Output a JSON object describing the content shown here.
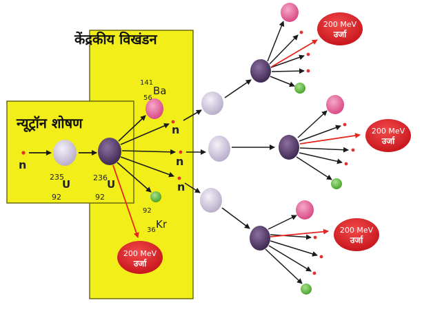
{
  "titles": {
    "fission": "केंद्रकीय विखंडन",
    "absorption": "न्यूट्रॉन शोषण"
  },
  "labels": {
    "neutron": "n",
    "u235_mass": "235",
    "u235_atomic": "92",
    "u235_symbol": "U",
    "u236_mass": "236",
    "u236_atomic": "92",
    "u236_symbol": "U",
    "ba_mass": "141",
    "ba_atomic": "56",
    "ba_symbol": "Ba",
    "kr_mass": "92",
    "kr_atomic": "36",
    "kr_symbol": "Kr"
  },
  "energy": {
    "value": "200 MeV",
    "word": "उर्जा"
  },
  "colors": {
    "panel": "#f2ee1a",
    "panel_border": "#6b6a10",
    "nucleus_light": "#d9d2e4",
    "nucleus_dark": "#5e4470",
    "barium": "#e86aa0",
    "krypton": "#6cc04a",
    "neutron_dot": "#e23030",
    "energy_fill": "#e3202a",
    "arrow": "#1a1a1a",
    "energy_arrow": "#e8231c"
  }
}
